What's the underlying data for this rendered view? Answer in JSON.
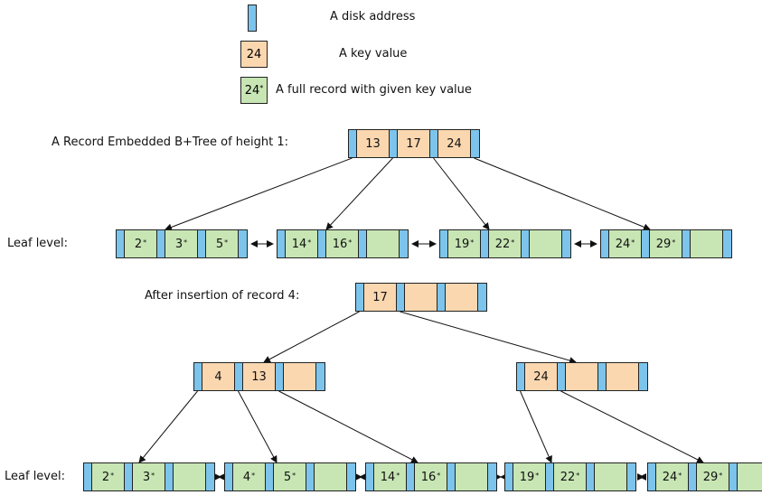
{
  "legend": {
    "disk_address": "A disk address",
    "key_value": "A key value",
    "key_example": "24",
    "full_record": "A full record with given key value",
    "record_example": "24"
  },
  "tree1": {
    "title": "A Record Embedded B+Tree of height 1:",
    "leaf_label": "Leaf level:",
    "root": [
      "13",
      "17",
      "24"
    ],
    "leaves": [
      [
        "2",
        "3",
        "5"
      ],
      [
        "14",
        "16",
        ""
      ],
      [
        "19",
        "22",
        ""
      ],
      [
        "24",
        "29",
        ""
      ]
    ]
  },
  "tree2": {
    "title": "After insertion of record 4:",
    "leaf_label": "Leaf level:",
    "root": [
      "17",
      "",
      ""
    ],
    "internal": [
      [
        "4",
        "13",
        ""
      ],
      [
        "24",
        "",
        ""
      ]
    ],
    "leaves": [
      [
        "2",
        "3",
        ""
      ],
      [
        "4",
        "5",
        ""
      ],
      [
        "14",
        "16",
        ""
      ],
      [
        "19",
        "22",
        ""
      ],
      [
        "24",
        "29",
        ""
      ]
    ]
  },
  "colors": {
    "pointer": "#7cc4ec",
    "key": "#fbd7b0",
    "record": "#c8e6b4"
  }
}
